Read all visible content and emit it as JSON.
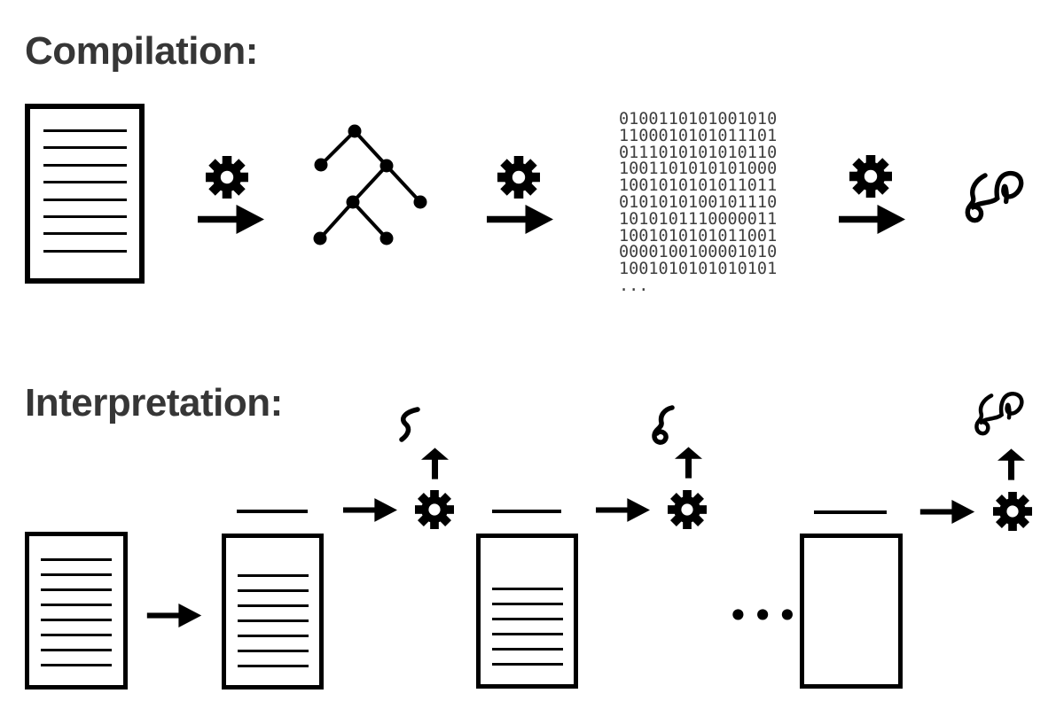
{
  "colors": {
    "background": "#ffffff",
    "ink": "#000000",
    "heading": "#363636",
    "machine_code_text": "#3f3f3f"
  },
  "compilation": {
    "title": "Compilation:",
    "source_document": {
      "line_count": 8
    },
    "machine_code_lines": [
      "0100110101001010",
      "1100010101011101",
      "0111010101010110",
      "1001101010101000",
      "1001010101011011",
      "0101010100101110",
      "1010101110000011",
      "1001010101011001",
      "0000100100001010",
      "1001010101010101",
      "..."
    ]
  },
  "interpretation": {
    "title": "Interpretation:",
    "documents": [
      {
        "line_count": 8
      },
      {
        "line_count": 7
      },
      {
        "line_count": 6
      },
      {
        "line_count": 0
      }
    ],
    "ellipsis": "•••"
  }
}
